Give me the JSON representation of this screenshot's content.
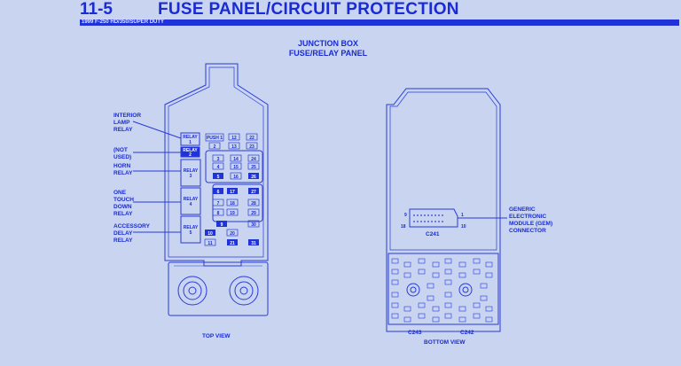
{
  "header": {
    "section_number": "11-5",
    "title": "FUSE PANEL/CIRCUIT PROTECTION",
    "subtitle": "1999 F-250 HD/350/SUPER DUTY"
  },
  "diagram": {
    "title_line1": "JUNCTION BOX",
    "title_line2": "FUSE/RELAY PANEL",
    "top_view_label": "TOP VIEW",
    "bottom_view_label": "BOTTOM VIEW",
    "left_callouts": {
      "interior_lamp_relay": [
        "INTERIOR",
        "LAMP",
        "RELAY"
      ],
      "not_used": [
        "(NOT",
        "USED)"
      ],
      "horn_relay": [
        "HORN",
        "RELAY"
      ],
      "one_touch_down_relay": [
        "ONE",
        "TOUCH",
        "DOWN",
        "RELAY"
      ],
      "accessory_delay_relay": [
        "ACCESSORY",
        "DELAY",
        "RELAY"
      ]
    },
    "right_callout": [
      "GENERIC",
      "ELECTRONIC",
      "MODULE (GEM)",
      "CONNECTOR"
    ],
    "relays": {
      "relay1": [
        "RELAY",
        "1"
      ],
      "relay2": [
        "RELAY",
        "2"
      ],
      "relay3": [
        "RELAY",
        "3"
      ],
      "relay4": [
        "RELAY",
        "4"
      ],
      "relay5": [
        "RELAY",
        "5"
      ]
    },
    "fuses": {
      "f_push": "PUSH 1",
      "f12": "12",
      "f22": "22",
      "f2": "2",
      "f13": "13",
      "f23": "23",
      "f3": "3",
      "f14": "14",
      "f24": "24",
      "f4": "4",
      "f15": "15",
      "f25": "25",
      "f5": "5",
      "f16": "16",
      "f26": "26",
      "f6": "6",
      "f17": "17",
      "f27": "27",
      "f7": "7",
      "f18": "18",
      "f28": "28",
      "f8": "8",
      "f19": "19",
      "f29": "29",
      "f9": "9",
      "f30": "30",
      "f10": "10",
      "f20": "20",
      "f11": "11",
      "f21": "21",
      "f31": "31"
    },
    "connectors": {
      "c241": "C241",
      "c243": "C243",
      "c242": "C242",
      "pin9": "9",
      "pin1": "1",
      "pin18": "18",
      "pin10": "10"
    }
  }
}
